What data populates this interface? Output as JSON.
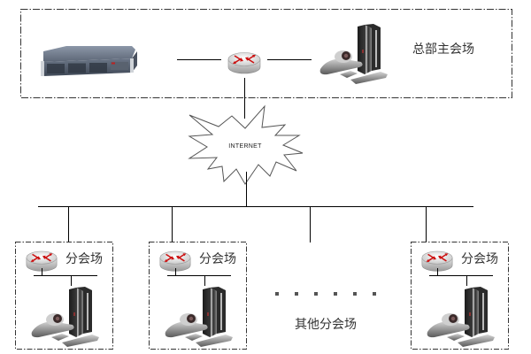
{
  "diagram": {
    "type": "network-topology",
    "headquarters": {
      "label": "总部主会场",
      "devices": [
        "mcu-server",
        "router",
        "video-conference-terminal"
      ]
    },
    "internet": {
      "label": "INTERNET"
    },
    "branches": [
      {
        "label": "分会场",
        "devices": [
          "router",
          "video-conference-terminal"
        ]
      },
      {
        "label": "分会场",
        "devices": [
          "router",
          "video-conference-terminal"
        ]
      },
      {
        "label": "分会场",
        "devices": [
          "router",
          "video-conference-terminal"
        ]
      }
    ],
    "other_branches": {
      "label": "其他分会场",
      "ellipsis_dot_count": 6
    },
    "colors": {
      "line": "#000000",
      "dashed_border": "#333333",
      "router_arrow": "#cc1111",
      "text": "#333333",
      "ellipsis_dots": "#555555"
    }
  }
}
